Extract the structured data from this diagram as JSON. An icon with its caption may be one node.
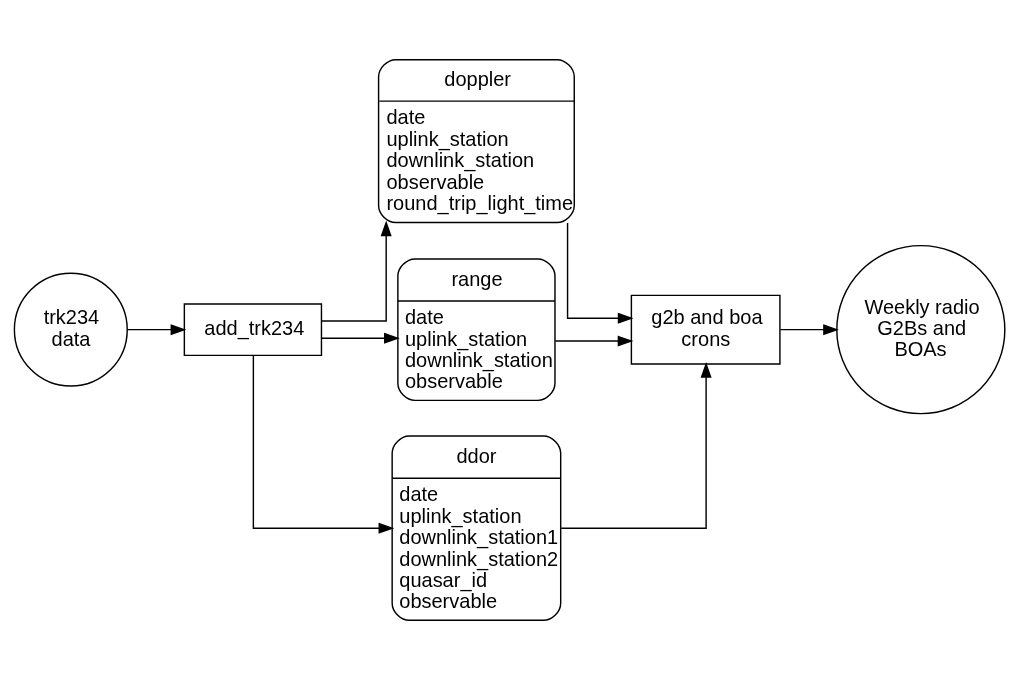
{
  "diagram": {
    "nodes": [
      {
        "text": [
          "trk234 data"
        ]
      },
      {
        "text": [
          "add_trk234"
        ]
      },
      {
        "text": [
          "doppler",
          "date",
          "uplink_station",
          "downlink_station",
          "observable",
          "round_trip_light_time"
        ]
      },
      {
        "text": [
          "range",
          "date",
          "uplink_station",
          "downlink_station",
          "observable"
        ]
      },
      {
        "text": [
          "ddor",
          "date",
          "uplink_station",
          "downlink_station1",
          "downlink_station2",
          "quasar_id",
          "observable"
        ]
      },
      {
        "text": [
          "g2b and boa crons"
        ]
      },
      {
        "text": [
          "Weekly radio G2Bs and BOAs"
        ]
      }
    ],
    "edges": [
      {
        "from": 0,
        "to": 1,
        "arrow": "to"
      },
      {
        "from": 1,
        "to": 2,
        "arrow": "to"
      },
      {
        "from": 1,
        "to": 3,
        "arrow": "to"
      },
      {
        "from": 1,
        "to": 4,
        "arrow": "to"
      },
      {
        "from": 2,
        "to": 5,
        "arrow": "to"
      },
      {
        "from": 3,
        "to": 5,
        "arrow": "to"
      },
      {
        "from": 4,
        "to": 5,
        "arrow": "to"
      },
      {
        "from": 5,
        "to": 6,
        "arrow": "to"
      }
    ]
  }
}
